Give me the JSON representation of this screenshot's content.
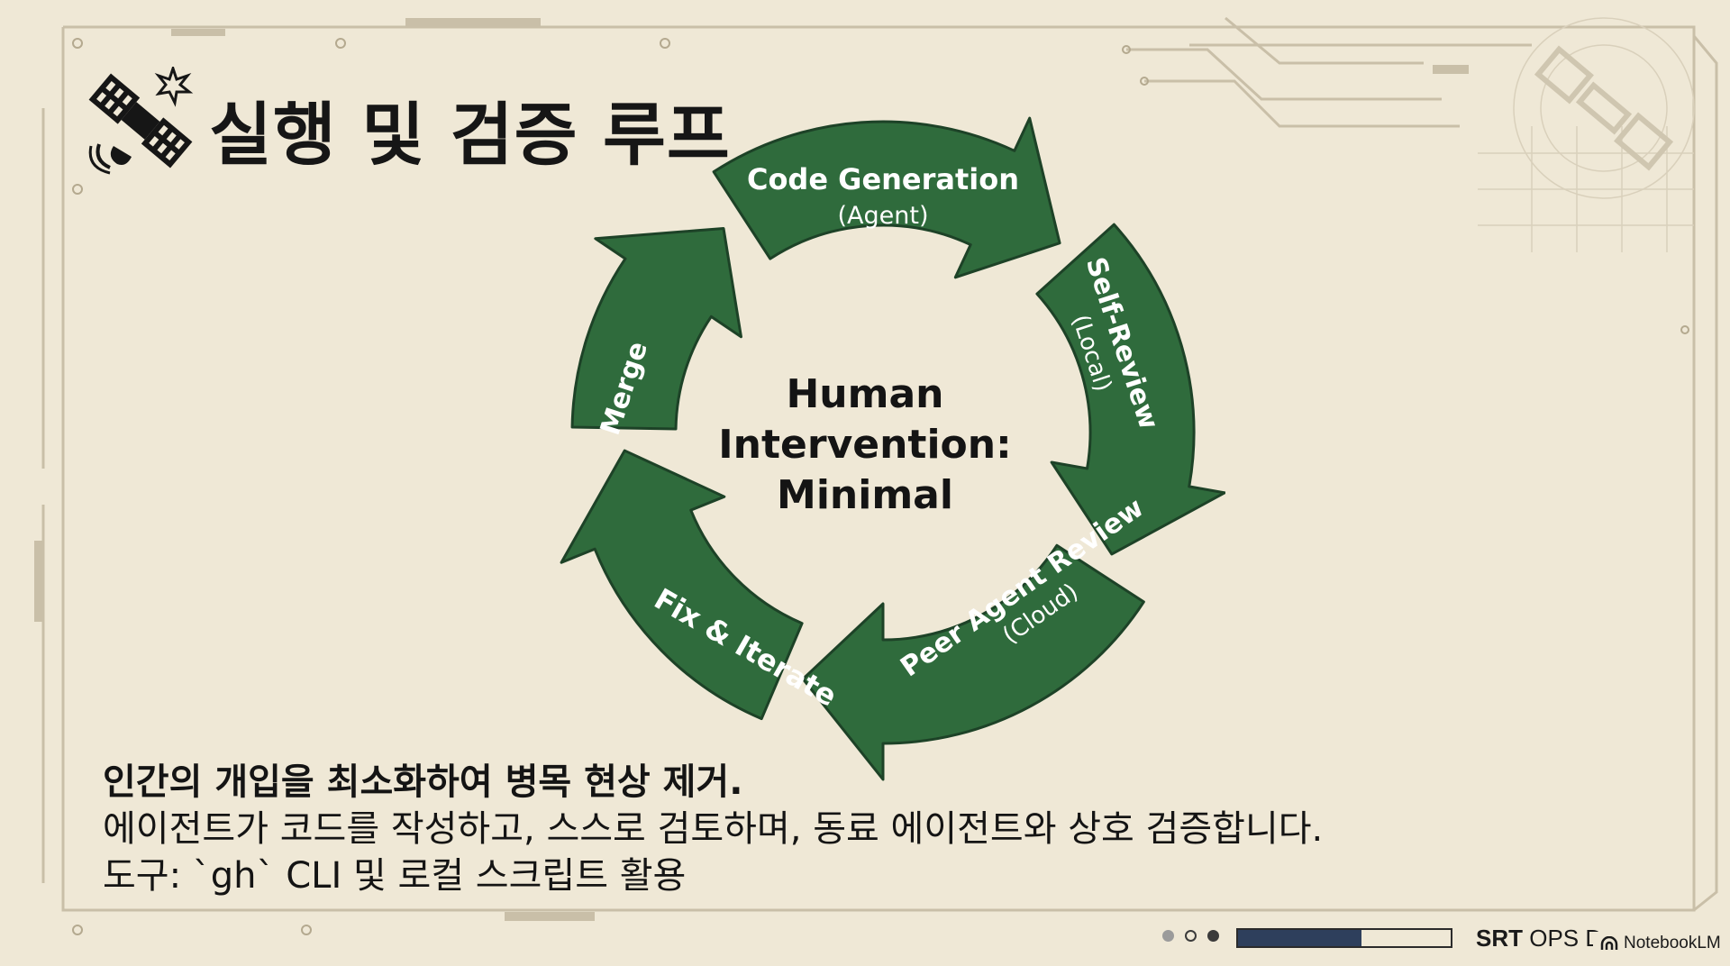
{
  "title": "실행 및 검증 루프",
  "cycle": {
    "center": [
      "Human",
      "Intervention:",
      "Minimal"
    ],
    "steps": [
      {
        "label": "Code Generation",
        "sub": "(Agent)"
      },
      {
        "label": "Self-Review",
        "sub": "(Local)"
      },
      {
        "label": "Peer Agent Review",
        "sub": "(Cloud)"
      },
      {
        "label": "Fix & Iterate",
        "sub": ""
      },
      {
        "label": "Merge",
        "sub": ""
      }
    ]
  },
  "body": {
    "headline": "인간의 개입을 최소화하여 병목 현상 제거.",
    "line1": "에이전트가 코드를 작성하고, 스스로 검토하며, 동료 에이전트와 상호 검증합니다.",
    "line2": "도구: `gh` CLI 및 로컬 스크립트 활용"
  },
  "footer": {
    "ops_bold": "SRT",
    "ops_text": "OPS D",
    "badge": "NotebookLM",
    "progress_fraction": 0.58
  },
  "colors": {
    "background": "#efe8d6",
    "arrow_fill": "#2f6b3c",
    "arrow_stroke": "#1d4227",
    "progress_fill": "#2e3f5c"
  },
  "icons": [
    "satellite-icon",
    "notebooklm-icon"
  ]
}
